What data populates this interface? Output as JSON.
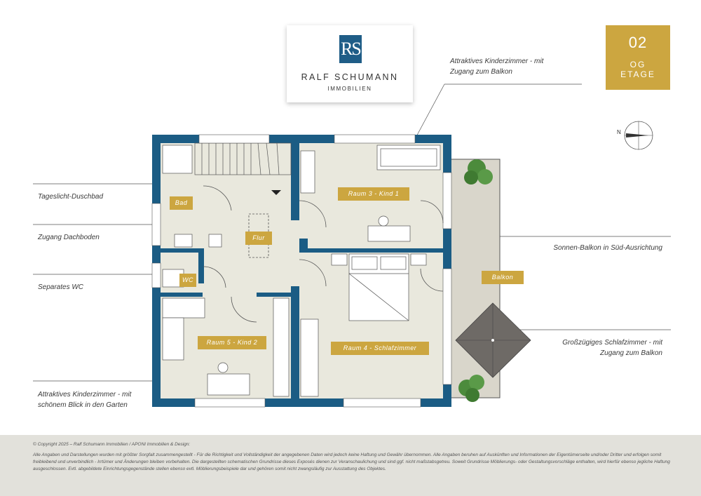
{
  "brand": {
    "monogram": "RS",
    "name": "RALF SCHUMANN",
    "subtitle": "IMMOBILIEN"
  },
  "floor": {
    "number": "02",
    "line1": "OG",
    "line2": "ETAGE"
  },
  "compass": {
    "north_label": "N"
  },
  "rooms": {
    "bad": "Bad",
    "flur": "Flur",
    "wc": "WC",
    "raum3": "Raum 3 - Kind 1",
    "raum4": "Raum 4 - Schlafzimmer",
    "raum5": "Raum 5 - Kind 2",
    "balkon": "Balkon"
  },
  "callouts": {
    "kinderzimmer_balkon_1": "Attraktives Kinderzimmer - mit",
    "kinderzimmer_balkon_2": "Zugang zum Balkon",
    "duschbad": "Tageslicht-Duschbad",
    "dachboden": "Zugang Dachboden",
    "wc": "Separates WC",
    "garten_1": "Attraktives Kinderzimmer - mit",
    "garten_2": "schönem Blick in den Garten",
    "sonnenbalkon": "Sonnen-Balkon in Süd-Ausrichtung",
    "schlafzimmer_1": "Großzügiges Schlafzimmer - mit",
    "schlafzimmer_2": "Zugang zum Balkon"
  },
  "footer": {
    "copyright": "© Copyright 2025 – Ralf Schumann Immobilien / APONI Immobilien & Design:",
    "disclaimer": "Alle Angaben und Darstellungen wurden mit größter Sorgfalt zusammengestellt - Für die Richtigkeit und Vollständigkeit der angegebenen Daten wird jedoch keine Haftung und Gewähr übernommen. Alle Angaben beruhen auf Auskünften und Informationen der Eigentümerseite und/oder Dritter und erfolgen somit freibleibend und unverbindlich - Irrtümer und Änderungen bleiben vorbehalten. Die dargestellten schematischen Grundrisse dieses Exposés dienen zur Veranschaulichung und sind ggf. nicht maßstabsgetreu. Soweit Grundrisse Möblierungs- oder Gestaltungsvorschläge enthalten, wird hierfür ebenso jegliche Haftung ausgeschlossen. Evtl. abgebildete Einrichtungsgegenstände stellen ebenso evtl. Möblierungsbeispiele dar und gehören somit nicht zwangsläufig zur Ausstattung des Objektes."
  },
  "colors": {
    "wall": "#1b5c84",
    "floor": "#e9e8dd",
    "gold": "#cca640",
    "balcony": "#d9d6cb",
    "footer_bg": "#e2e1db"
  }
}
